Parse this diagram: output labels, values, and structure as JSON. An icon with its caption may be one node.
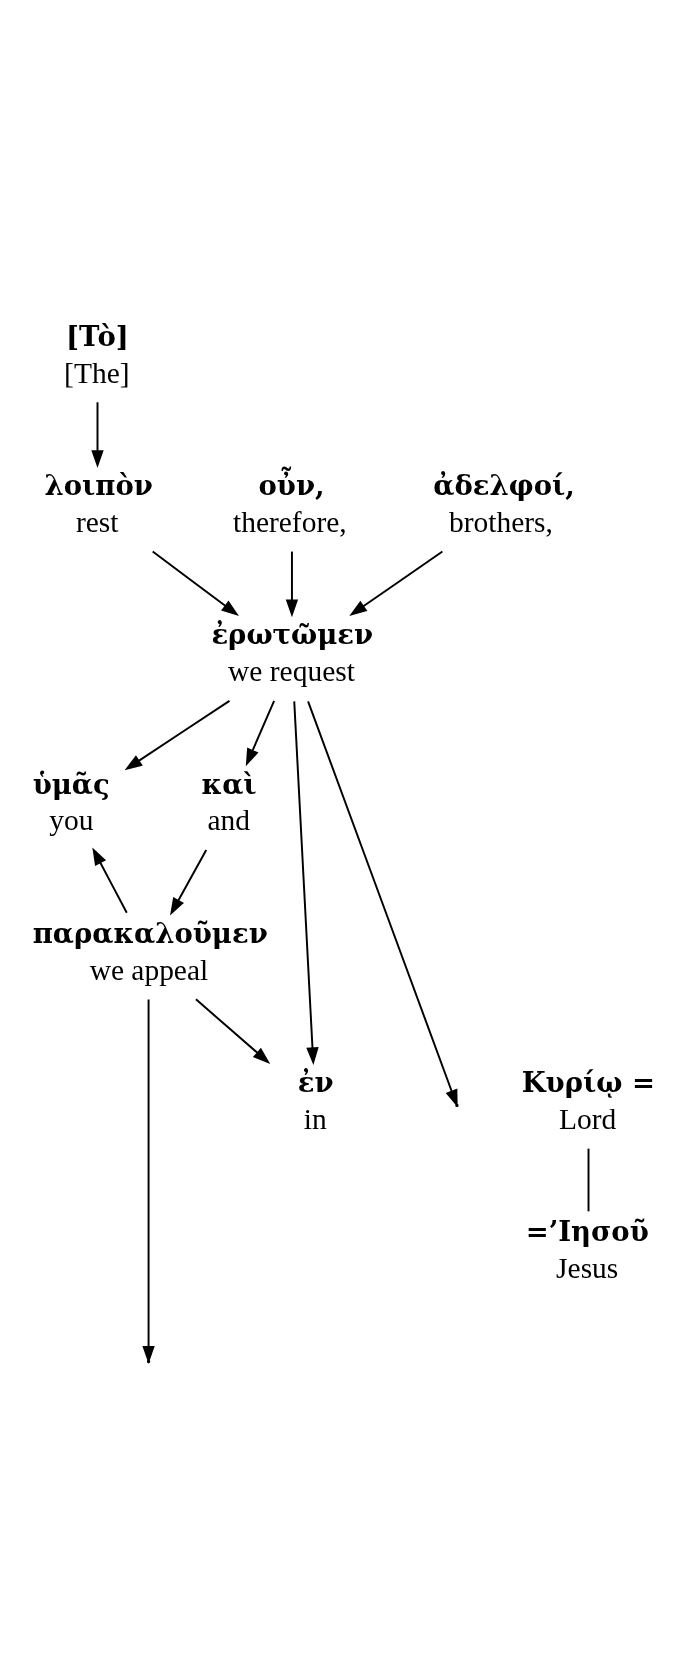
{
  "diagram": {
    "nodes": [
      {
        "text": [
          "[Tò]",
          "[The]"
        ]
      },
      {
        "text": [
          "λοιπὸν",
          "rest"
        ]
      },
      {
        "text": [
          "οὖν,",
          "therefore,"
        ]
      },
      {
        "text": [
          "ἀδελφοί,",
          "brothers,"
        ]
      },
      {
        "text": [
          "ἐρωτῶμεν",
          "we request"
        ]
      },
      {
        "text": [
          "ὑμᾶς",
          "you"
        ]
      },
      {
        "text": [
          "καὶ",
          "and"
        ]
      },
      {
        "text": [
          "παρακαλοῦμεν",
          "we appeal"
        ]
      },
      {
        "text": [
          "ἐν",
          "in"
        ]
      },
      {
        "text": [
          "Κυρίῳ =",
          "Lord"
        ]
      },
      {
        "text": [
          "=’Ιησοῦ",
          "Jesus"
        ]
      }
    ],
    "edges": [
      {
        "from": 0,
        "to": 1,
        "arrow": "to"
      },
      {
        "from": 1,
        "to": 4,
        "arrow": "to"
      },
      {
        "from": 2,
        "to": 4,
        "arrow": "to"
      },
      {
        "from": 3,
        "to": 4,
        "arrow": "to"
      },
      {
        "from": 4,
        "to": 5,
        "arrow": "to"
      },
      {
        "from": 4,
        "to": 6,
        "arrow": "to"
      },
      {
        "from": 6,
        "to": 7,
        "arrow": "to"
      },
      {
        "from": 7,
        "to": 5,
        "arrow": "to"
      },
      {
        "from": 4,
        "to": 8,
        "arrow": "to"
      },
      {
        "from": 7,
        "to": 8,
        "arrow": "to"
      },
      {
        "from": 4,
        "to": null,
        "arrow": "to"
      },
      {
        "from": 7,
        "to": null,
        "arrow": "to"
      },
      {
        "from": 9,
        "to": 10,
        "arrow": "none"
      }
    ]
  }
}
